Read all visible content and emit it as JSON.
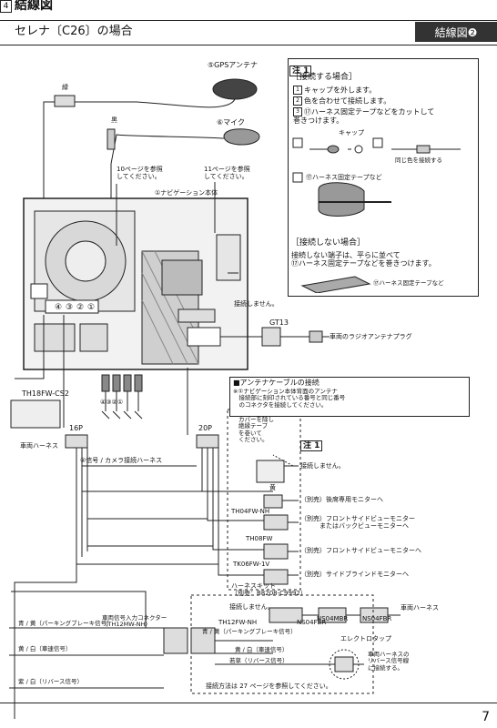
{
  "header": {
    "section_number": "4",
    "section_title": "結線図",
    "page_title": "セレナ〔C26〕の場合",
    "badge": "結線図❷"
  },
  "top": {
    "gps_antenna": "⑤GPSアンテナ",
    "green": "緑",
    "black": "黒",
    "mic": "⑥マイク",
    "ref10": "10ページを参照\nしてください。",
    "ref11": "11ページを参照\nしてください。",
    "navi_body": "①ナビゲーション本体",
    "no_connect": "接続しません。",
    "gt13": "GT13",
    "radio_plug": "車両のラジオアンテナプラグ"
  },
  "note1": {
    "tag": "注 1",
    "connect_heading": "［接続する場合］",
    "step1": "キャップを外します。",
    "step2": "色を合わせて接続します。",
    "step3": "⑰ハーネス固定テープなどをカットして\n巻きつけます。",
    "cap_label": "キャップ",
    "same_color": "同じ色を接続する",
    "tape_label": "⑰ハーネス固定テープなど",
    "noconnect_heading": "［接続しない場合］",
    "noconnect_text": "接続しない端子は、平らに並べて\n⑰ハーネス固定テープなどを巻きつけます。",
    "tape_label2": "⑰ハーネス固定テープなど",
    "nums": [
      "1",
      "2",
      "3"
    ]
  },
  "connectors": {
    "port_nums": [
      "④",
      "③",
      "②",
      "①"
    ],
    "th18": "TH18FW-CS2",
    "vehicle_harness": "車両ハーネス",
    "p16": "16P",
    "p20": "20P",
    "cam_harness": "②信号 / カメラ接続ハーネス"
  },
  "antenna_box": {
    "title": "■アンテナケーブルの接続",
    "text": "※①ナビゲーション本体背面のアンテナ\n　接続部に刻印されている番号と同じ番号\n　のコネクタを接続してください。"
  },
  "cover_note": {
    "text": "カバーを除し\n絶縁テープ\nを巻いて\nください。",
    "tag": "注 1",
    "no_connect": "接続しません。"
  },
  "outputs": {
    "yellow": "黄",
    "rear_monitor": "（別売）後席専用モニターへ",
    "th04": "TH04FW-NH",
    "front_side": "（別売）フロントサイドビューモニター\n　　　またはバックビューモニターへ",
    "th08": "TH08FW",
    "front_side2": "（別売）フロントサイドビューモニターへ",
    "tk06": "TK06FW-1V",
    "side_blind": "（別売）サイドブラインドモニターへ"
  },
  "bottom": {
    "harness_kit": "ハーネスキット\n（別売：B8208-C9992）",
    "no_connect": "接続しません。",
    "ns04fbr": "NS04FBR",
    "ns04mbr": "NS04MBR",
    "vehicle_harness": "車両ハーネス",
    "ns04fbr2": "NS04FBR",
    "th12": "TH12FW-NH",
    "input_conn": "車両信号入力コネクター\n（TH12MW-NH）",
    "w1": "青 / 黄（パーキングブレーキ信号）",
    "w2": "黄 / 白（車速信号）",
    "w3": "紫 / 白（リバース信号）",
    "w4": "青 / 黄（パーキングブレーキ信号）",
    "w5": "黄 / 白（車速信号）",
    "w6": "若草（リバース信号）",
    "electro_tap": "エレクトロタップ",
    "reverse_note": "車両ハーネスの\nリバース信号線\nに接続する。",
    "ref27": "接続方法は 27 ページを参照してください。",
    "page_number": "7"
  }
}
